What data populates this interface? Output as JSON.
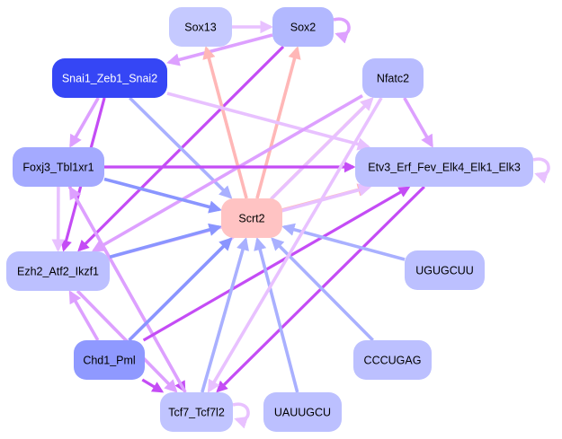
{
  "diagram": {
    "type": "directed-network",
    "colors": {
      "background": "#ffffff",
      "edge_pink": "#ffb7b7",
      "edge_light_purple": "#e8c1ff",
      "edge_purple": "#dda0ff",
      "edge_strong_purple": "#c44cf5",
      "edge_blue": "#a9b0ff",
      "edge_mid_blue": "#8a95ff"
    },
    "nodes": [
      {
        "id": "sox13",
        "label": "Sox13",
        "fill": "#c5c9ff",
        "text": "#000000"
      },
      {
        "id": "sox2",
        "label": "Sox2",
        "fill": "#b2b8ff",
        "text": "#000000"
      },
      {
        "id": "snai",
        "label": "Snai1_Zeb1_Snai2",
        "fill": "#3546f5",
        "text": "#ffffff"
      },
      {
        "id": "nfatc2",
        "label": "Nfatc2",
        "fill": "#b8bcff",
        "text": "#000000"
      },
      {
        "id": "foxj3",
        "label": "Foxj3_Tbl1xr1",
        "fill": "#a4aaff",
        "text": "#000000"
      },
      {
        "id": "etv3",
        "label": "Etv3_Erf_Fev_Elk4_Elk1_Elk3",
        "fill": "#bcc0ff",
        "text": "#000000"
      },
      {
        "id": "scrt2",
        "label": "Scrt2",
        "fill": "#ffc3c3",
        "text": "#000000"
      },
      {
        "id": "ezh2",
        "label": "Ezh2_Atf2_Ikzf1",
        "fill": "#bcc0ff",
        "text": "#000000"
      },
      {
        "id": "ugugcuu",
        "label": "UGUGCUU",
        "fill": "#bcc0ff",
        "text": "#000000"
      },
      {
        "id": "chd1",
        "label": "Chd1_Pml",
        "fill": "#8f99ff",
        "text": "#000000"
      },
      {
        "id": "cccugag",
        "label": "CCCUGAG",
        "fill": "#bcc0ff",
        "text": "#000000"
      },
      {
        "id": "tcf7",
        "label": "Tcf7_Tcf7l2",
        "fill": "#c0c4ff",
        "text": "#000000"
      },
      {
        "id": "uauugcu",
        "label": "UAUUGCU",
        "fill": "#bcc0ff",
        "text": "#000000"
      }
    ],
    "edges": [
      {
        "from": "sox13",
        "to": "sox2",
        "color": "edge_light_purple"
      },
      {
        "from": "sox2",
        "to": "sox2",
        "color": "edge_purple"
      },
      {
        "from": "sox2",
        "to": "snai",
        "color": "edge_purple"
      },
      {
        "from": "sox2",
        "to": "ezh2",
        "color": "edge_strong_purple"
      },
      {
        "from": "scrt2",
        "to": "sox13",
        "color": "edge_pink"
      },
      {
        "from": "scrt2",
        "to": "sox2",
        "color": "edge_pink"
      },
      {
        "from": "scrt2",
        "to": "nfatc2",
        "color": "edge_pink"
      },
      {
        "from": "scrt2",
        "to": "etv3",
        "color": "edge_pink"
      },
      {
        "from": "snai",
        "to": "foxj3",
        "color": "edge_purple"
      },
      {
        "from": "snai",
        "to": "ezh2",
        "color": "edge_strong_purple"
      },
      {
        "from": "snai",
        "to": "scrt2",
        "color": "edge_blue"
      },
      {
        "from": "snai",
        "to": "etv3",
        "color": "edge_light_purple"
      },
      {
        "from": "nfatc2",
        "to": "etv3",
        "color": "edge_purple"
      },
      {
        "from": "nfatc2",
        "to": "ezh2",
        "color": "edge_purple"
      },
      {
        "from": "chd1",
        "to": "nfatc2",
        "color": "edge_light_purple"
      },
      {
        "from": "etv3",
        "to": "etv3",
        "color": "edge_light_purple"
      },
      {
        "from": "etv3",
        "to": "tcf7",
        "color": "edge_strong_purple"
      },
      {
        "from": "ezh2",
        "to": "etv3",
        "color": "edge_light_purple"
      },
      {
        "from": "foxj3",
        "to": "etv3",
        "color": "edge_strong_purple"
      },
      {
        "from": "foxj3",
        "to": "scrt2",
        "color": "edge_mid_blue"
      },
      {
        "from": "foxj3",
        "to": "ezh2",
        "color": "edge_light_purple"
      },
      {
        "from": "foxj3",
        "to": "tcf7",
        "color": "edge_strong_purple"
      },
      {
        "from": "tcf7",
        "to": "foxj3",
        "color": "edge_purple"
      },
      {
        "from": "ezh2",
        "to": "scrt2",
        "color": "edge_mid_blue"
      },
      {
        "from": "ezh2",
        "to": "tcf7",
        "color": "edge_purple"
      },
      {
        "from": "chd1",
        "to": "ezh2",
        "color": "edge_purple"
      },
      {
        "from": "chd1",
        "to": "scrt2",
        "color": "edge_mid_blue"
      },
      {
        "from": "chd1",
        "to": "etv3",
        "color": "edge_strong_purple"
      },
      {
        "from": "chd1",
        "to": "tcf7",
        "color": "edge_strong_purple"
      },
      {
        "from": "tcf7",
        "to": "scrt2",
        "color": "edge_blue"
      },
      {
        "from": "tcf7",
        "to": "tcf7",
        "color": "edge_light_purple"
      },
      {
        "from": "uauugcu",
        "to": "scrt2",
        "color": "edge_blue"
      },
      {
        "from": "cccugag",
        "to": "scrt2",
        "color": "edge_blue"
      },
      {
        "from": "ugugcuu",
        "to": "scrt2",
        "color": "edge_blue"
      },
      {
        "from": "nfatc2",
        "to": "tcf7",
        "color": "edge_light_purple"
      }
    ]
  }
}
